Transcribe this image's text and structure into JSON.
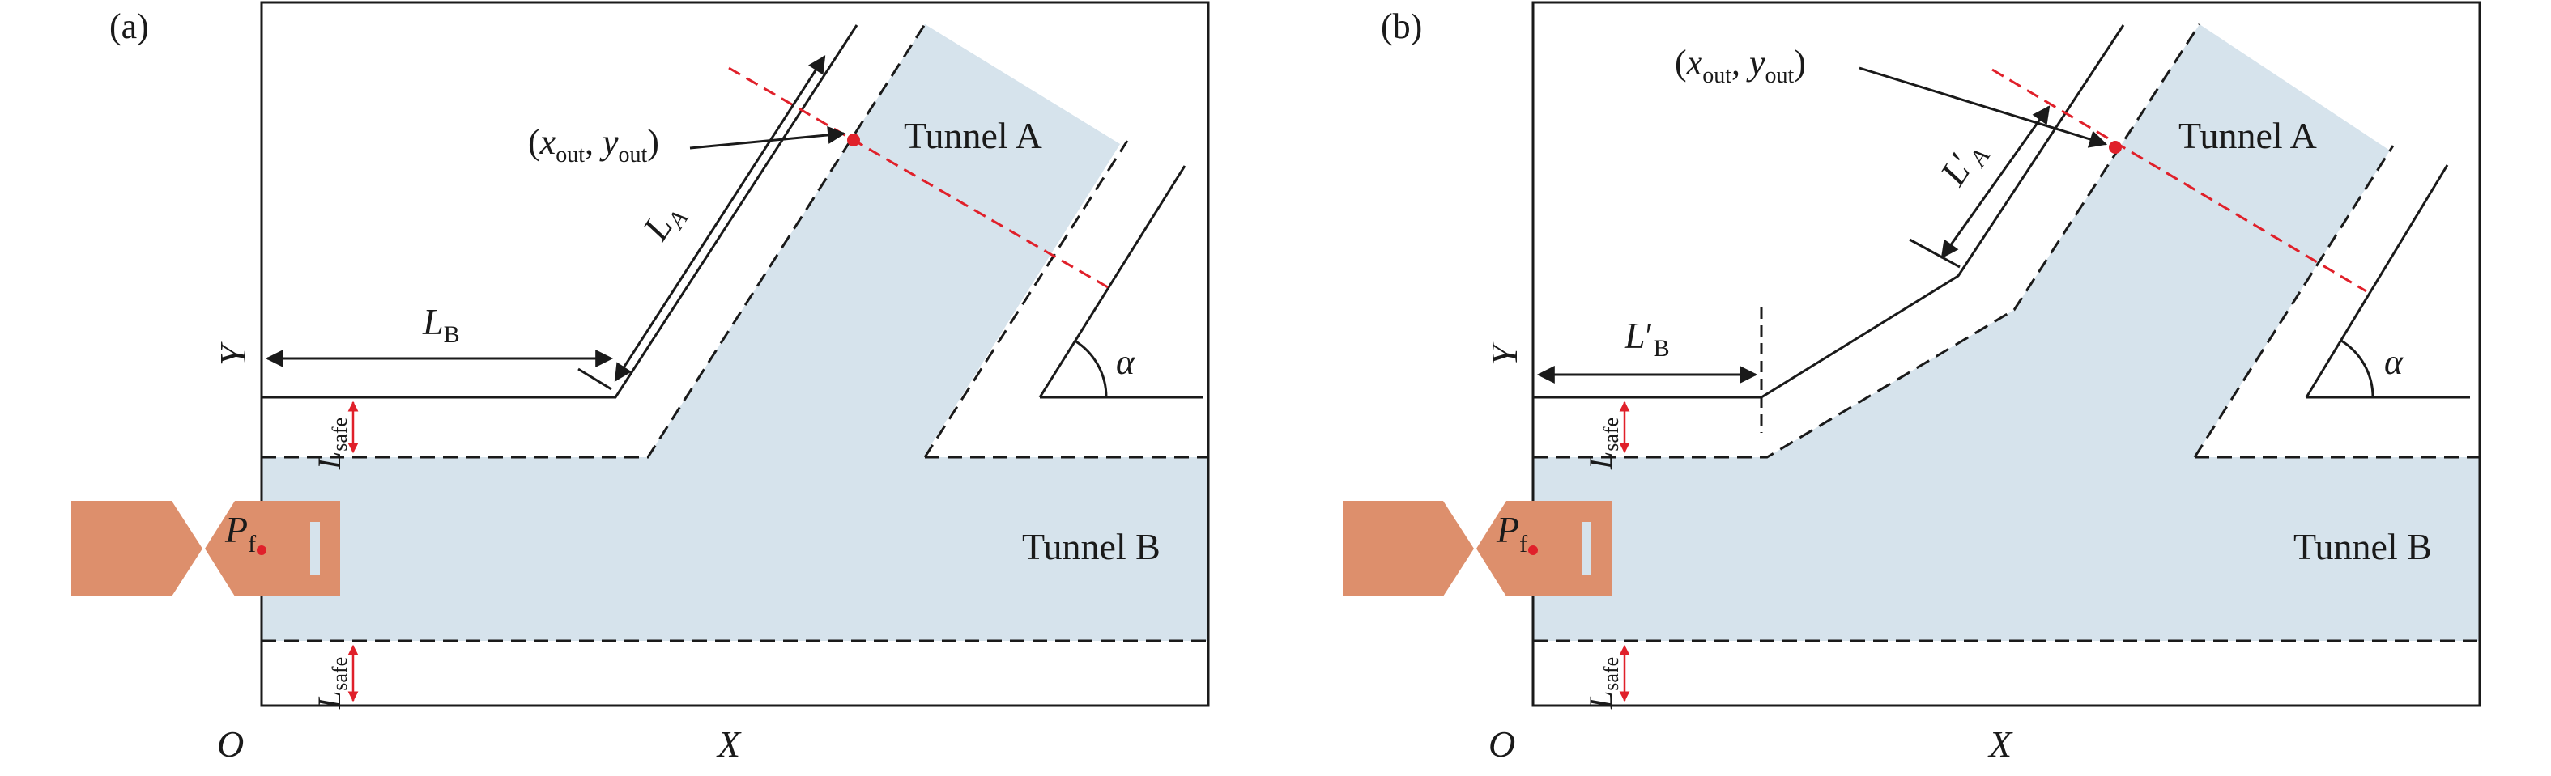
{
  "panels": [
    {
      "tag": "(a)",
      "origin": "O",
      "x_axis": "X",
      "y_axis": "Y",
      "tunnel_a": "Tunnel A",
      "tunnel_b": "Tunnel B",
      "angle": "α",
      "exit_point": {
        "open": "(",
        "x": "x",
        "x_sub": "out",
        "sep": ", ",
        "y": "y",
        "y_sub": "out",
        "close": ")"
      },
      "len_a": {
        "main": "L",
        "sub": "A",
        "prime": ""
      },
      "len_b": {
        "main": "L",
        "sub": "B",
        "prime": ""
      },
      "safe_top": {
        "main": "L",
        "sub": "safe"
      },
      "safe_bottom": {
        "main": "L",
        "sub": "safe"
      },
      "machine_point": {
        "main": "P",
        "sub": "f"
      }
    },
    {
      "tag": "(b)",
      "origin": "O",
      "x_axis": "X",
      "y_axis": "Y",
      "tunnel_a": "Tunnel A",
      "tunnel_b": "Tunnel B",
      "angle": "α",
      "exit_point": {
        "open": "(",
        "x": "x",
        "x_sub": "out",
        "sep": ", ",
        "y": "y",
        "y_sub": "out",
        "close": ")"
      },
      "len_a": {
        "main": "L",
        "sub": "A",
        "prime": "′"
      },
      "len_b": {
        "main": "L",
        "sub": "B",
        "prime": "′"
      },
      "safe_top": {
        "main": "L",
        "sub": "safe"
      },
      "safe_bottom": {
        "main": "L",
        "sub": "safe"
      },
      "machine_point": {
        "main": "P",
        "sub": "f"
      }
    }
  ],
  "colors": {
    "tunnel_fill": "#d6e3ec",
    "machine": "#dd8f6c",
    "machine_light": "#e8a785",
    "red": "#e0202a",
    "ink": "#1a1a1a"
  }
}
